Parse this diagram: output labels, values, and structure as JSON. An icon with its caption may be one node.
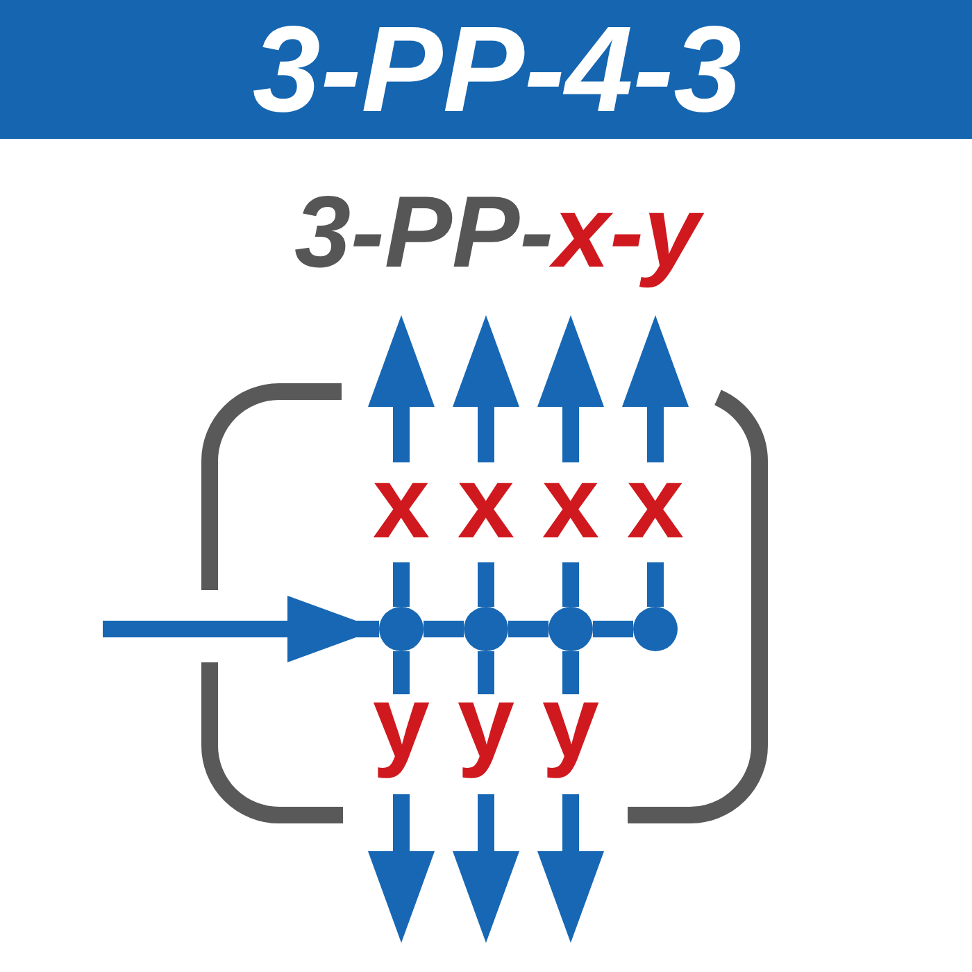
{
  "diagram": {
    "title": "3-PP-4-3",
    "nodes": [
      {
        "text": [],
        "shape": "box"
      },
      {
        "text": [],
        "shape": "circle",
        "in": 0
      },
      {
        "text": [],
        "shape": "circle",
        "in": 0
      },
      {
        "text": [],
        "shape": "circle",
        "in": 0
      },
      {
        "text": [],
        "shape": "circle",
        "in": 0
      }
    ],
    "edges": [
      {
        "from": null,
        "to": 1,
        "arrow": "to"
      },
      {
        "from": 1,
        "to": 2,
        "arrow": "none"
      },
      {
        "from": 2,
        "to": 3,
        "arrow": "none"
      },
      {
        "from": 3,
        "to": 4,
        "arrow": "none"
      },
      {
        "from": 1,
        "to": null,
        "arrow": "to",
        "label": "x"
      },
      {
        "from": 2,
        "to": null,
        "arrow": "to",
        "label": "x"
      },
      {
        "from": 3,
        "to": null,
        "arrow": "to",
        "label": "x"
      },
      {
        "from": 4,
        "to": null,
        "arrow": "to",
        "label": "x"
      },
      {
        "from": 1,
        "to": null,
        "arrow": "to",
        "label": "y"
      },
      {
        "from": 2,
        "to": null,
        "arrow": "to",
        "label": "y"
      },
      {
        "from": 3,
        "to": null,
        "arrow": "to",
        "label": "y"
      }
    ],
    "labels": [
      "3-PP-",
      "x-y"
    ]
  }
}
